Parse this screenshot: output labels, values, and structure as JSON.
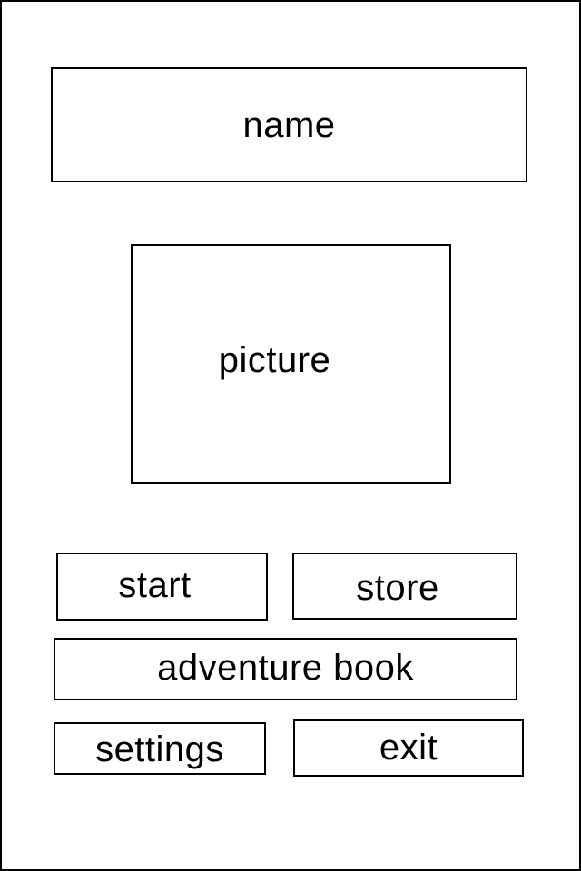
{
  "header": {
    "name_label": "name"
  },
  "hero": {
    "picture_label": "picture"
  },
  "menu": {
    "start_label": "start",
    "store_label": "store",
    "adventure_book_label": "adventure book",
    "settings_label": "settings",
    "exit_label": "exit"
  }
}
